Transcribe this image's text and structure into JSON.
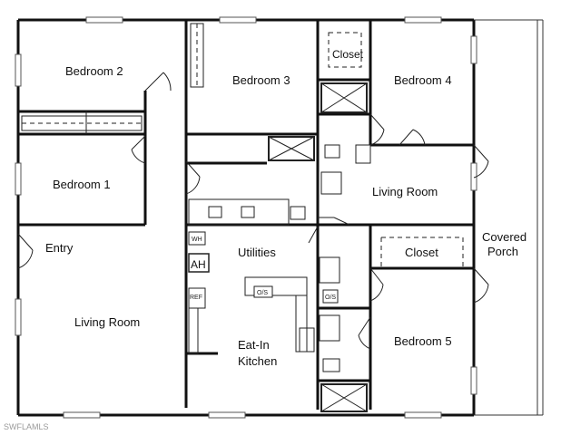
{
  "rooms": {
    "bedroom2": "Bedroom 2",
    "bedroom3": "Bedroom 3",
    "bedroom4": "Bedroom 4",
    "bedroom1": "Bedroom 1",
    "bedroom5": "Bedroom 5",
    "closet_top": "Closet",
    "closet_mid": "Closet",
    "living_right": "Living Room",
    "living_left": "Living Room",
    "entry": "Entry",
    "utilities": "Utilities",
    "kitchen_line1": "Eat-In",
    "kitchen_line2": "Kitchen",
    "porch_line1": "Covered",
    "porch_line2": "Porch"
  },
  "fixtures": {
    "water_heater": "WH",
    "air_handler": "AH",
    "refrigerator": "REF",
    "oven_stove_1": "O/S",
    "oven_stove_2": "O/S"
  },
  "watermark": "SWFLAMLS"
}
